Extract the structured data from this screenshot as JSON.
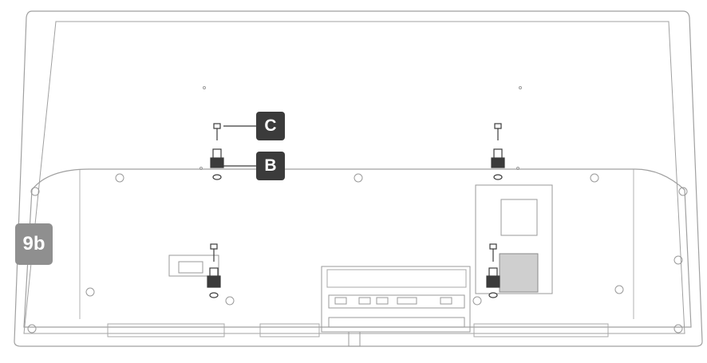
{
  "step": {
    "label": "9b"
  },
  "callouts": {
    "screw": "C",
    "spacer": "B"
  },
  "colors": {
    "line": "#9a9a9a",
    "dark": "#3b3b3b",
    "badge": "#8f8f8f"
  }
}
